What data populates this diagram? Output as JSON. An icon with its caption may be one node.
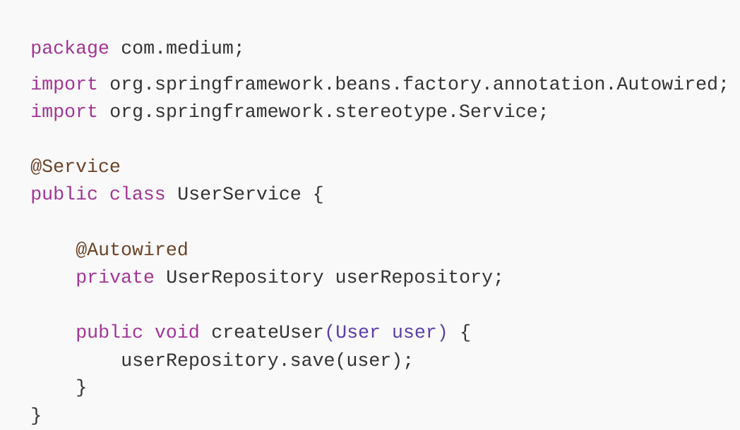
{
  "diagram": {
    "labels": [
      "package",
      "com.medium;",
      "import",
      "org.springframework.beans.factory.annotation.Autowired;",
      "import",
      "org.springframework.stereotype.Service;",
      "@Service",
      "public class",
      "UserService {",
      "@Autowired",
      "private",
      "UserRepository userRepository;",
      "public void",
      "createUser",
      "(User user)",
      "{",
      "userRepository.save(user);",
      "}",
      "}"
    ]
  }
}
